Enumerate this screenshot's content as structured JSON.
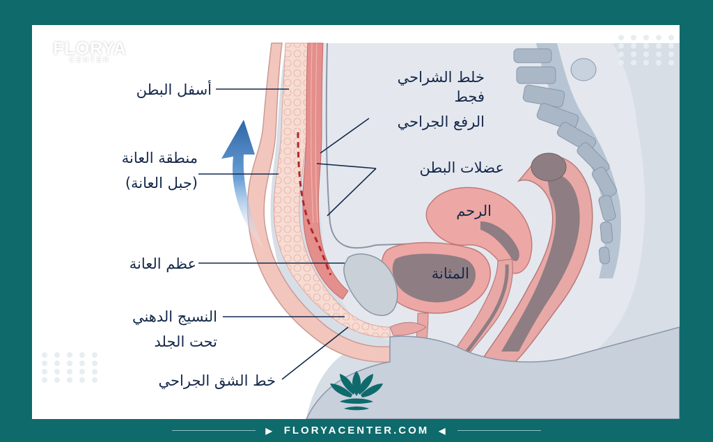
{
  "brand": {
    "logo_main": "FLORYA",
    "logo_sub": "CENTER",
    "website": "FLORYACENTER.COM"
  },
  "labels": {
    "lower_abdomen": "أسفل البطن",
    "pubic_region_line1": "منطقة العانة",
    "pubic_region_line2": "(جبل العانة)",
    "pubic_bone": "عظم العانة",
    "subcutaneous_fat_line1": "النسيج الدهني",
    "subcutaneous_fat_line2": "تحت الجلد",
    "incision_line": "خط الشق الجراحي",
    "muscle_separation_line1": "خلط الشراحي",
    "muscle_separation_line2": "فجط",
    "surgical_lift": "الرفع الجراحي",
    "abdominal_muscles": "عضلات البطن",
    "uterus": "الرحم",
    "bladder": "المثانة"
  },
  "colors": {
    "frame": "#0f6a6c",
    "skin": "#f2c6bd",
    "fat": "#f5d8cf",
    "muscle": "#e48f8c",
    "organ_pink": "#eda7a5",
    "organ_dark": "#8e7d83",
    "spine": "#a9b7c7",
    "body_fill": "#d8dee6",
    "arrow": "#2e66a8",
    "incision": "#b3262c",
    "text": "#14284a"
  },
  "icons": {
    "logo_mark": "lotus-icon",
    "lift_arrow": "curved-arrow-up-icon"
  }
}
